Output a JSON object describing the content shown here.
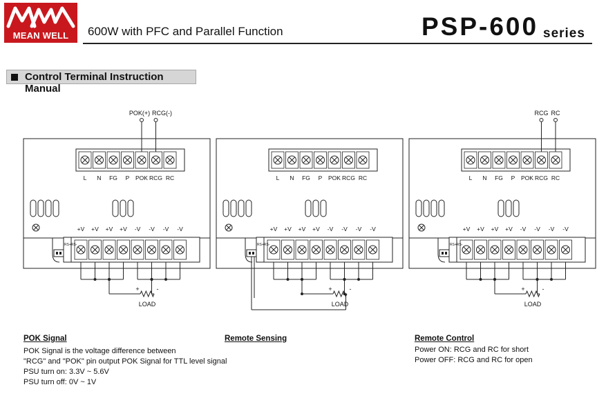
{
  "header": {
    "brand_text": "MEAN WELL",
    "subtitle": "600W with PFC and Parallel Function",
    "model": "PSP-600",
    "series": "series"
  },
  "section": {
    "title": "Control Terminal Instruction Manual"
  },
  "diagrams": {
    "top_terminals": [
      "L",
      "N",
      "FG",
      "P",
      "POK",
      "RCG",
      "RC"
    ],
    "bottom_terminals": [
      "+V",
      "+V",
      "+V",
      "+V",
      "-V",
      "-V",
      "-V",
      "-V"
    ],
    "sense_label": "RS+RS-",
    "pok_labels": [
      "POK(+)",
      "RCG(-)"
    ],
    "rc_labels": [
      "RCG",
      "RC"
    ],
    "load_label": "LOAD",
    "plus": "+",
    "minus": "-"
  },
  "notes": {
    "pok": {
      "title": "POK Signal",
      "lines": [
        "POK Signal is the voltage difference between",
        "\"RCG\" and \"POK\" pin output POK Signal for TTL level signal",
        "PSU turn on: 3.3V ~ 5.6V",
        "PSU turn off: 0V ~ 1V"
      ]
    },
    "remote_sensing": {
      "title": "Remote Sensing"
    },
    "remote_control": {
      "title": "Remote Control",
      "lines": [
        "Power ON: RCG and RC for short",
        "Power OFF: RCG and RC for open"
      ]
    }
  },
  "colors": {
    "brand_red": "#c8181e",
    "section_bg": "#d6d6d6"
  },
  "icons": [
    "mw-logo-icon",
    "section-bullet-icon",
    "screw-terminal-icon",
    "resistor-icon"
  ]
}
